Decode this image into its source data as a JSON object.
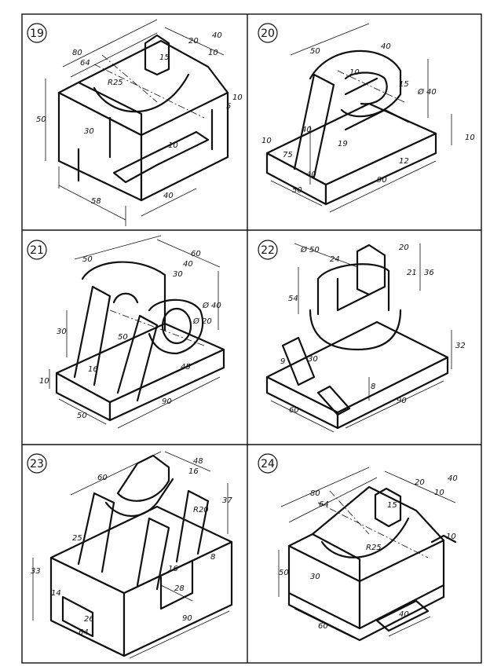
{
  "figures": [
    {
      "number": "19",
      "dims": [
        "80",
        "64",
        "R25",
        "40",
        "20",
        "10",
        "15",
        "50",
        "30",
        "10",
        "5",
        "10",
        "58",
        "40"
      ]
    },
    {
      "number": "20",
      "dims": [
        "50",
        "40",
        "10",
        "15",
        "Ø 40",
        "10",
        "40",
        "75",
        "19",
        "12",
        "40",
        "10",
        "90",
        "50"
      ]
    },
    {
      "number": "21",
      "dims": [
        "50",
        "60",
        "40",
        "30",
        "Ø 20",
        "Ø 40",
        "30",
        "50",
        "16",
        "45",
        "10",
        "90",
        "50"
      ]
    },
    {
      "number": "22",
      "dims": [
        "Ø 50",
        "24",
        "20",
        "21",
        "36",
        "54",
        "9",
        "30",
        "32",
        "8",
        "60",
        "90"
      ]
    },
    {
      "number": "23",
      "dims": [
        "60",
        "48",
        "16",
        "R20",
        "37",
        "25",
        "33",
        "8",
        "16",
        "28",
        "14",
        "26",
        "64",
        "90"
      ]
    },
    {
      "number": "24",
      "dims": [
        "80",
        "64",
        "40",
        "20",
        "10",
        "15",
        "R25",
        "10",
        "50",
        "30",
        "60",
        "40"
      ]
    }
  ]
}
